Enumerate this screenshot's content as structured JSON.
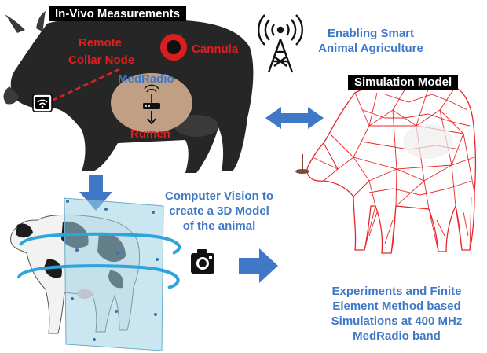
{
  "labels": {
    "in_vivo": "In-Vivo Measurements",
    "simulation_model": "Simulation Model",
    "remote_collar_line1": "Remote",
    "remote_collar_line2": "Collar Node",
    "cannula": "Cannula",
    "medradio": "MedRadio",
    "rumen": "Rumen",
    "smart_ag_line1": "Enabling Smart",
    "smart_ag_line2": "Animal Agriculture",
    "cv_line1": "Computer Vision to",
    "cv_line2": "create a 3D Model",
    "cv_line3": "of the animal",
    "fem_line1": "Experiments and Finite",
    "fem_line2": "Element Method based",
    "fem_line3": "Simulations at 400 MHz",
    "fem_line4": "MedRadio band"
  },
  "icons": [
    "wifi-icon",
    "radio-tower-icon",
    "router-icon",
    "camera-icon",
    "cow-icon",
    "mesh-cow-icon"
  ],
  "colors": {
    "accent_blue": "#3f78c6",
    "label_red": "#e0201f",
    "mesh_red": "#e8262a",
    "rumen_fill": "#c8a58a"
  }
}
